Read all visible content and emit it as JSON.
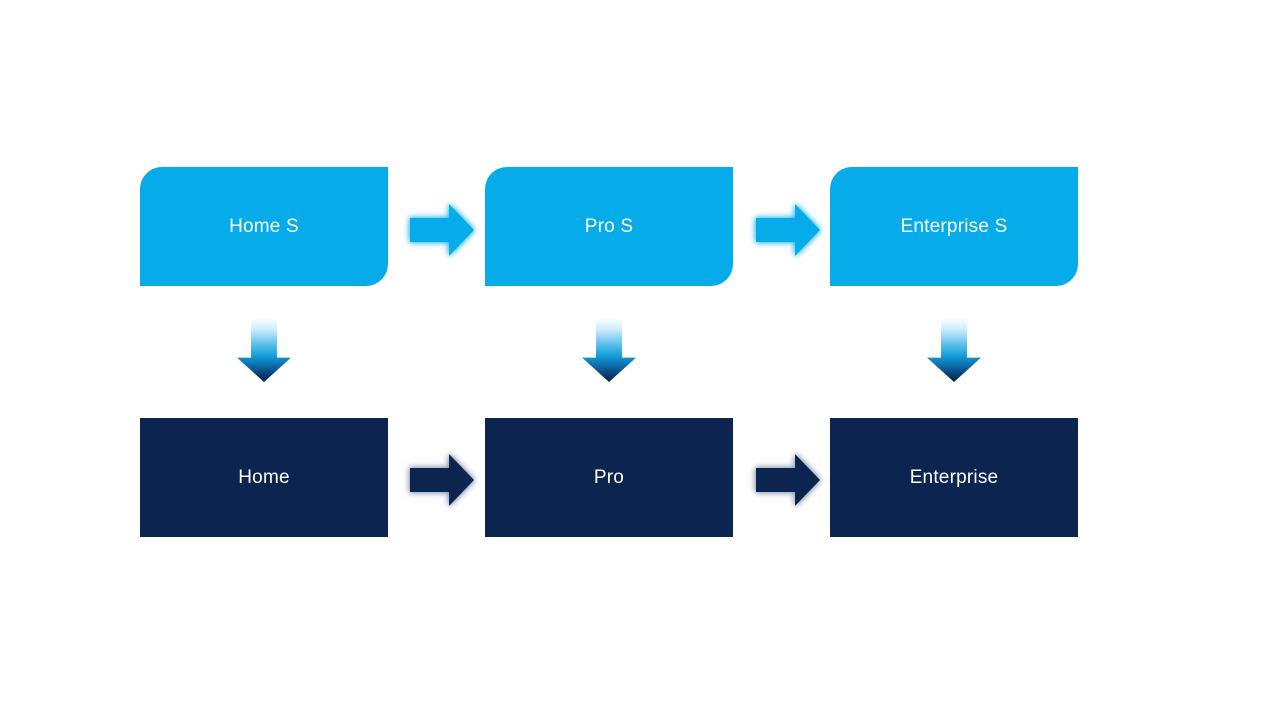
{
  "diagram": {
    "type": "flow",
    "columns": [
      {
        "id": "home",
        "top_label": "Home S",
        "bottom_label": "Home"
      },
      {
        "id": "pro",
        "top_label": "Pro S",
        "bottom_label": "Pro"
      },
      {
        "id": "enterprise",
        "top_label": "Enterprise S",
        "bottom_label": "Enterprise"
      }
    ],
    "colors": {
      "top_box": "#06ace9",
      "bottom_box": "#0c2450",
      "text": "#ffffff",
      "top_arrow": "#06ace9",
      "bottom_arrow": "#0c2450",
      "background": "#ffffff"
    }
  }
}
